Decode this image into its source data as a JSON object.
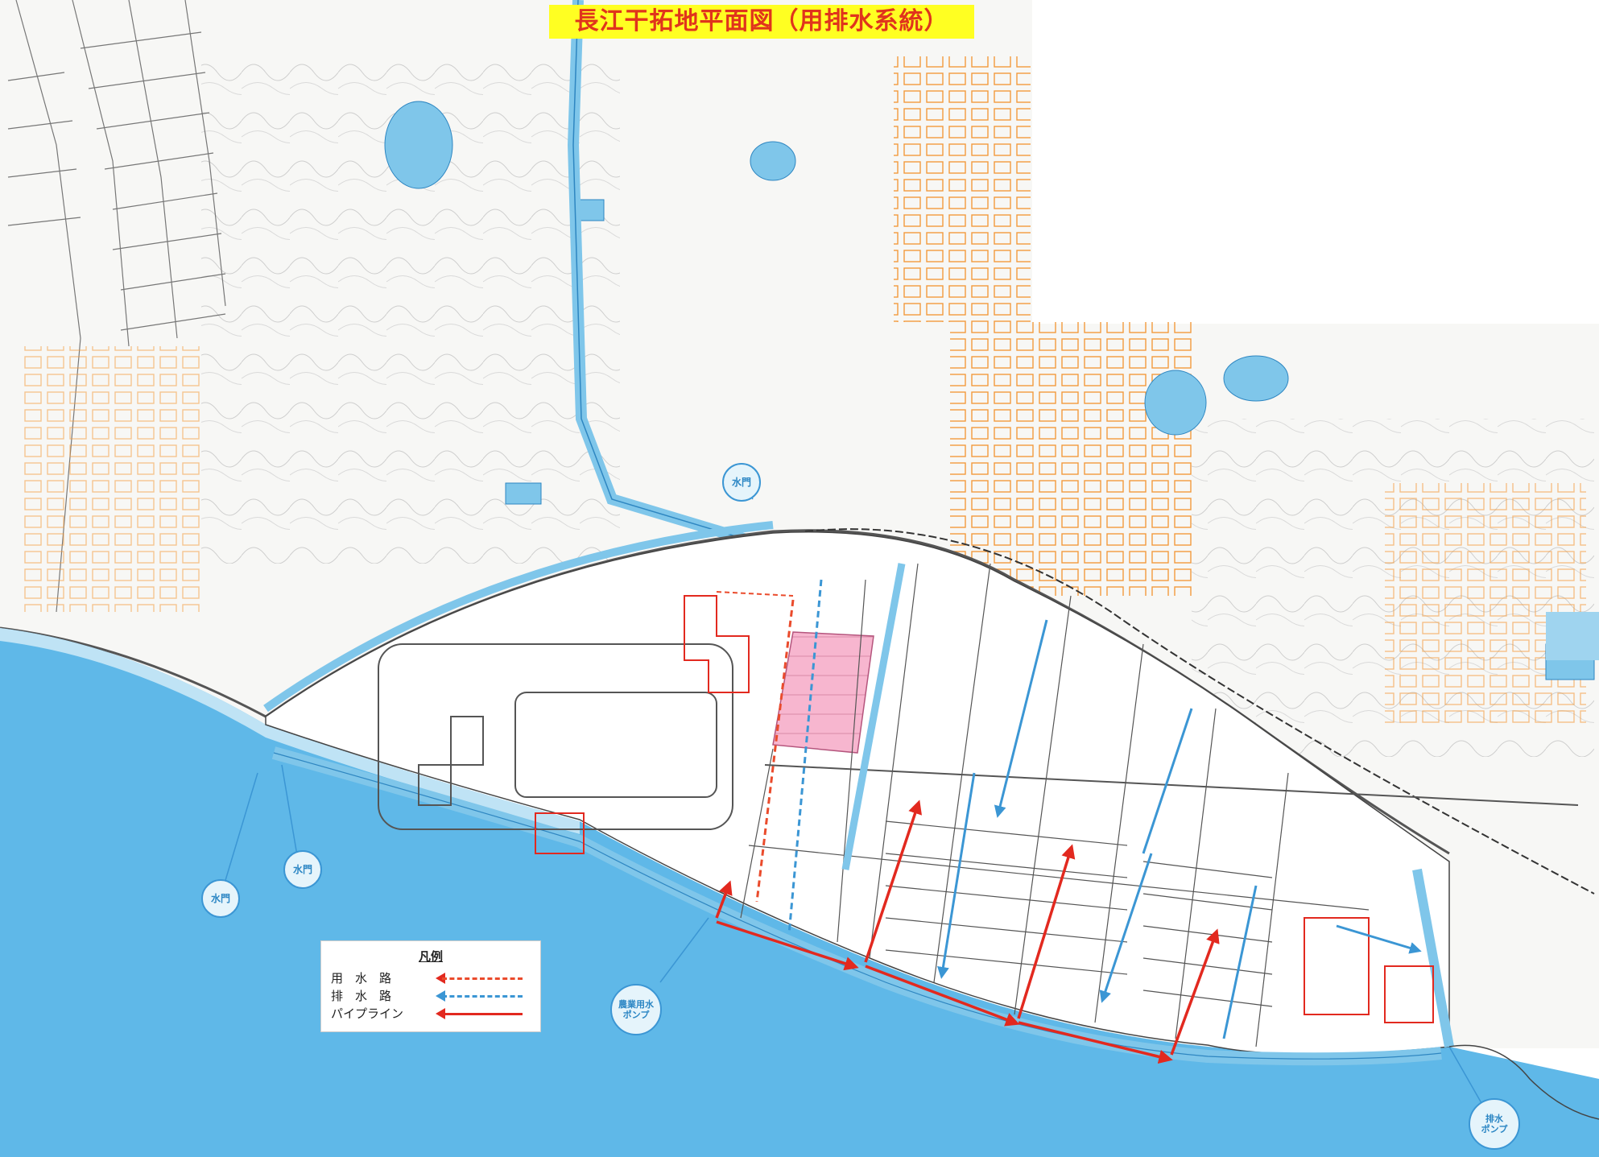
{
  "title": "長江干拓地平面図（用排水系統）",
  "legend": {
    "heading": "凡例",
    "items": [
      {
        "label": "用　水　路",
        "style": "dash-red"
      },
      {
        "label": "排　水　路",
        "style": "dash-blue"
      },
      {
        "label": "パイプライン",
        "style": "solid-red"
      }
    ]
  },
  "callouts": {
    "gate_north": "水門",
    "gate_west_1": "水門",
    "gate_west_2": "水門",
    "irrigation_pump": "農業用水\nポンプ",
    "drainage_pump": "排水\nポンプ"
  },
  "colors": {
    "sea": "#5fb8e8",
    "sea_light": "#bfe3f5",
    "canal": "#7fc6ea",
    "irrigation": "#ea4b2c",
    "drainage": "#3b96d4",
    "pipeline": "#e2291f",
    "building": "#f39a3c",
    "title_bg": "#ffff22",
    "title_fg": "#e0341c",
    "highlight": "#f7b6cf"
  }
}
